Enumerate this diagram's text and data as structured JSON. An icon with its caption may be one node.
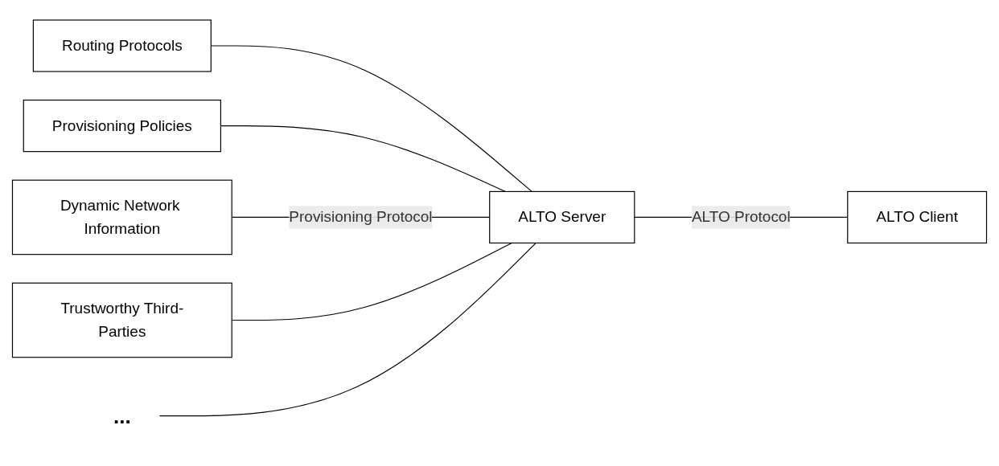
{
  "diagram": {
    "nodes": [
      {
        "text": [
          "Routing Protocols"
        ]
      },
      {
        "text": [
          "Provisioning Policies"
        ]
      },
      {
        "text": [
          "Dynamic Network Information"
        ]
      },
      {
        "text": [
          "Trustworthy Third-Parties"
        ]
      },
      {
        "text": [
          "..."
        ]
      },
      {
        "text": [
          "ALTO Server"
        ]
      },
      {
        "text": [
          "ALTO Client"
        ]
      }
    ],
    "edges": [
      {
        "from": 0,
        "to": 5,
        "arrow": "none"
      },
      {
        "from": 1,
        "to": 5,
        "arrow": "none"
      },
      {
        "from": 2,
        "to": 5,
        "arrow": "none",
        "label": "Provisioning Protocol"
      },
      {
        "from": 3,
        "to": 5,
        "arrow": "none"
      },
      {
        "from": 4,
        "to": 5,
        "arrow": "none"
      },
      {
        "from": 5,
        "to": 6,
        "arrow": "none",
        "label": "ALTO Protocol"
      }
    ]
  }
}
